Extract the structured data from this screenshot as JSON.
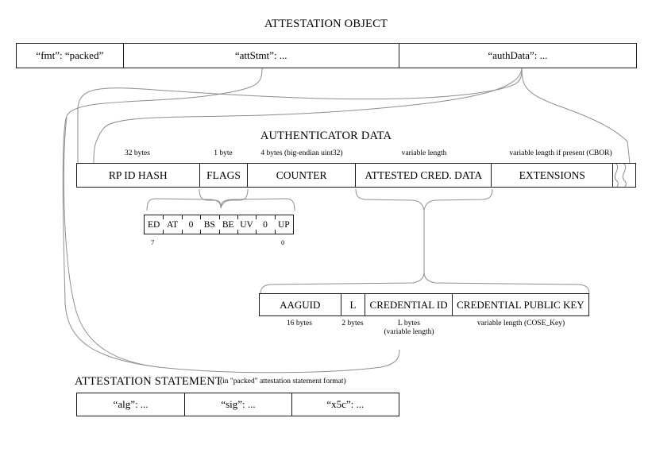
{
  "diagram": {
    "title": "ATTESTATION OBJECT",
    "object_row": [
      {
        "label": "“fmt”: “packed”"
      },
      {
        "label": "“attStmt”: ..."
      },
      {
        "label": "“authData”: ..."
      }
    ],
    "authenticator_data": {
      "title": "AUTHENTICATOR DATA",
      "fields": [
        {
          "label": "RP ID HASH",
          "size": "32 bytes"
        },
        {
          "label": "FLAGS",
          "size": "1 byte"
        },
        {
          "label": "COUNTER",
          "size": "4 bytes (big-endian uint32)"
        },
        {
          "label": "ATTESTED CRED. DATA",
          "size": "variable length"
        },
        {
          "label": "EXTENSIONS",
          "size": "variable length if present (CBOR)"
        }
      ]
    },
    "flags": {
      "bits": [
        "ED",
        "AT",
        "0",
        "BS",
        "BE",
        "UV",
        "0",
        "UP"
      ],
      "msb_index": "7",
      "lsb_index": "0"
    },
    "attested_credential_data": {
      "fields": [
        {
          "label": "AAGUID",
          "size": "16 bytes"
        },
        {
          "label": "L",
          "size": "2 bytes"
        },
        {
          "label": "CREDENTIAL ID",
          "size": "L bytes",
          "size2": "(variable length)"
        },
        {
          "label": "CREDENTIAL PUBLIC KEY",
          "size": "variable length (COSE_Key)"
        }
      ]
    },
    "attestation_statement": {
      "title": "ATTESTATION STATEMENT",
      "note": "(in \"packed\" attestation statement format)",
      "fields": [
        {
          "label": "“alg”: ..."
        },
        {
          "label": "“sig”: ..."
        },
        {
          "label": "“x5c”: ..."
        }
      ]
    },
    "colors": {
      "ink": "#1a1a1a",
      "connector": "#8a8a8a",
      "background": "#ffffff"
    }
  }
}
